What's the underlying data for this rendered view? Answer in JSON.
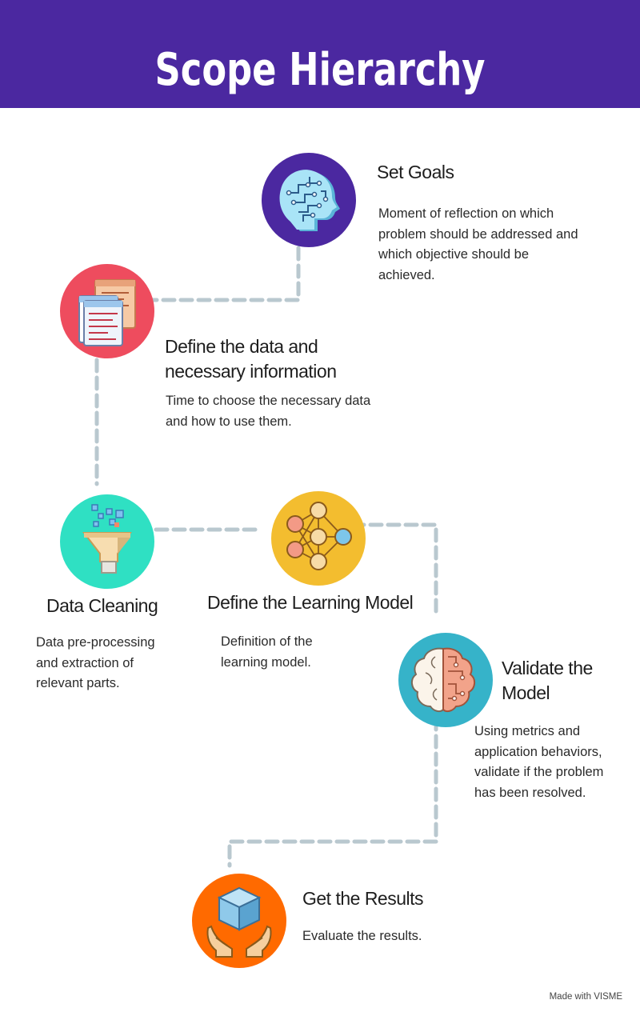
{
  "header": {
    "title": "Scope Hierarchy"
  },
  "steps": [
    {
      "title": "Set Goals",
      "description": "Moment of reflection on which problem should be addressed and which objective should be achieved.",
      "icon": "head-circuit-icon",
      "color": "#4b28a0"
    },
    {
      "title": "Define the data and necessary information",
      "description": "Time to choose the necessary data and how to use them.",
      "icon": "documents-icon",
      "color": "#ee4c5e"
    },
    {
      "title": "Data Cleaning",
      "description": "Data pre-processing and extraction of relevant parts.",
      "icon": "funnel-icon",
      "color": "#2fe0c3"
    },
    {
      "title": "Define the Learning Model",
      "description": "Definition of the learning model.",
      "icon": "neural-network-icon",
      "color": "#f3bd2f"
    },
    {
      "title": "Validate the Model",
      "description": "Using metrics and application behaviors, validate if the problem has been resolved.",
      "icon": "brain-icon",
      "color": "#36b3c9"
    },
    {
      "title": "Get the Results",
      "description": "Evaluate the results.",
      "icon": "cube-hands-icon",
      "color": "#ff6a00"
    }
  ],
  "footer": {
    "credit": "Made with VISME"
  },
  "colors": {
    "header_bg": "#4b28a0",
    "connector": "#b9c8cf"
  }
}
